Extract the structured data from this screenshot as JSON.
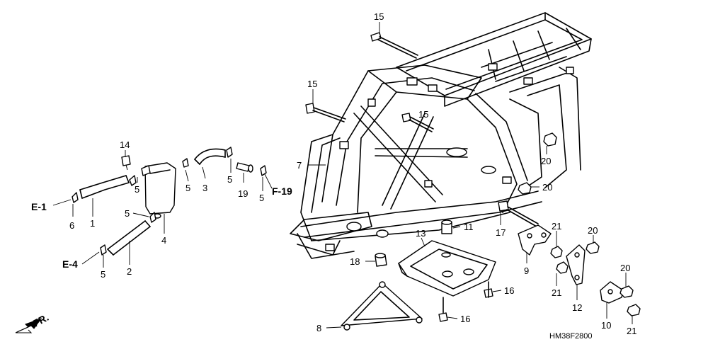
{
  "diagram_code": "HM38F2800",
  "front_marker": "FR.",
  "refs": [
    {
      "id": "e1",
      "label": "E-1"
    },
    {
      "id": "e4",
      "label": "E-4"
    },
    {
      "id": "f19",
      "label": "F-19"
    }
  ],
  "callouts": [
    {
      "id": "c15a",
      "label": "15"
    },
    {
      "id": "c15b",
      "label": "15"
    },
    {
      "id": "c15c",
      "label": "15"
    },
    {
      "id": "c14",
      "label": "14"
    },
    {
      "id": "c7",
      "label": "7"
    },
    {
      "id": "c20a",
      "label": "20"
    },
    {
      "id": "c20b",
      "label": "20"
    },
    {
      "id": "c20c",
      "label": "20"
    },
    {
      "id": "c20d",
      "label": "20"
    },
    {
      "id": "c5a",
      "label": "5"
    },
    {
      "id": "c5b",
      "label": "5"
    },
    {
      "id": "c5c",
      "label": "5"
    },
    {
      "id": "c5d",
      "label": "5"
    },
    {
      "id": "c5e",
      "label": "5"
    },
    {
      "id": "c5f",
      "label": "5"
    },
    {
      "id": "c3",
      "label": "3"
    },
    {
      "id": "c19",
      "label": "19"
    },
    {
      "id": "c6",
      "label": "6"
    },
    {
      "id": "c1",
      "label": "1"
    },
    {
      "id": "c4",
      "label": "4"
    },
    {
      "id": "c2",
      "label": "2"
    },
    {
      "id": "c11",
      "label": "11"
    },
    {
      "id": "c13",
      "label": "13"
    },
    {
      "id": "c17",
      "label": "17"
    },
    {
      "id": "c21a",
      "label": "21"
    },
    {
      "id": "c21b",
      "label": "21"
    },
    {
      "id": "c21c",
      "label": "21"
    },
    {
      "id": "c9",
      "label": "9"
    },
    {
      "id": "c18",
      "label": "18"
    },
    {
      "id": "c16a",
      "label": "16"
    },
    {
      "id": "c16b",
      "label": "16"
    },
    {
      "id": "c12",
      "label": "12"
    },
    {
      "id": "c10",
      "label": "10"
    },
    {
      "id": "c8",
      "label": "8"
    }
  ]
}
